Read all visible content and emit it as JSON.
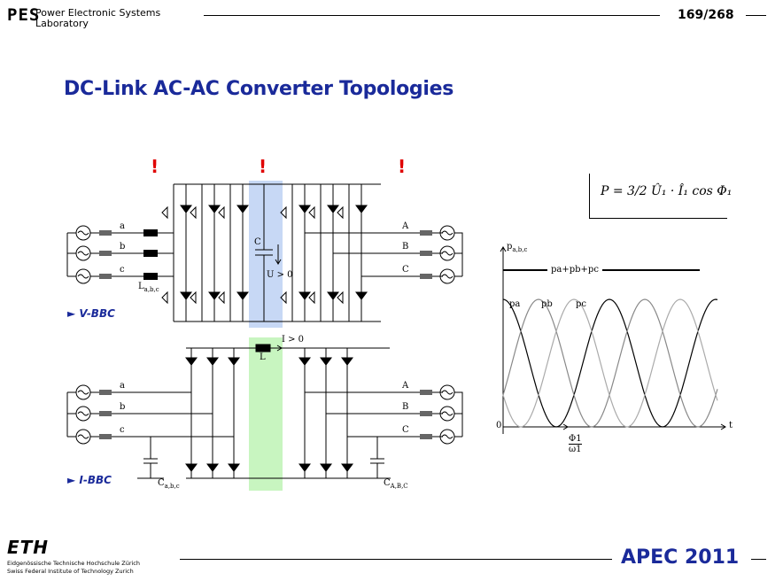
{
  "header": {
    "logo": "PES",
    "lab_line1": "Power Electronic Systems",
    "lab_line2": "Laboratory",
    "page": "169/268"
  },
  "title": "DC-Link AC-AC Converter Topologies",
  "exclamation": "!",
  "vbbc": {
    "label": "► V-BBC",
    "phases_in": [
      "a",
      "b",
      "c"
    ],
    "phases_out": [
      "A",
      "B",
      "C"
    ],
    "inductor": "L",
    "inductor_sub": "a,b,c",
    "cap": "C",
    "voltage": "U > 0"
  },
  "ibbc": {
    "label": "► I-BBC",
    "phases_in": [
      "a",
      "b",
      "c"
    ],
    "phases_out": [
      "A",
      "B",
      "C"
    ],
    "inductor": "L",
    "current": "I > 0",
    "cap_in": "C",
    "cap_in_sub": "a,b,c",
    "cap_out": "C",
    "cap_out_sub": "A,B,C"
  },
  "formula": "P = 3/2 Û₁ · Î₁ cos Φ₁",
  "plot": {
    "ylabel": "p",
    "ylabel_sub": "a,b,c",
    "sum_label": "pa+pb+pc",
    "series": [
      "pa",
      "pb",
      "pc"
    ],
    "origin": "0",
    "xlabel": "t",
    "phi_num": "Φ1",
    "phi_den": "ω1"
  },
  "footer": {
    "eth": "ETH",
    "eth_line1": "Eidgenössische Technische Hochschule Zürich",
    "eth_line2": "Swiss Federal Institute of Technology Zurich",
    "conference": "APEC 2011"
  },
  "colors": {
    "title_blue": "#1a2a9a",
    "exclamation_red": "#e00000",
    "dc_link_blue": "#c7d8f5",
    "dc_link_green": "#c8f5c0"
  }
}
